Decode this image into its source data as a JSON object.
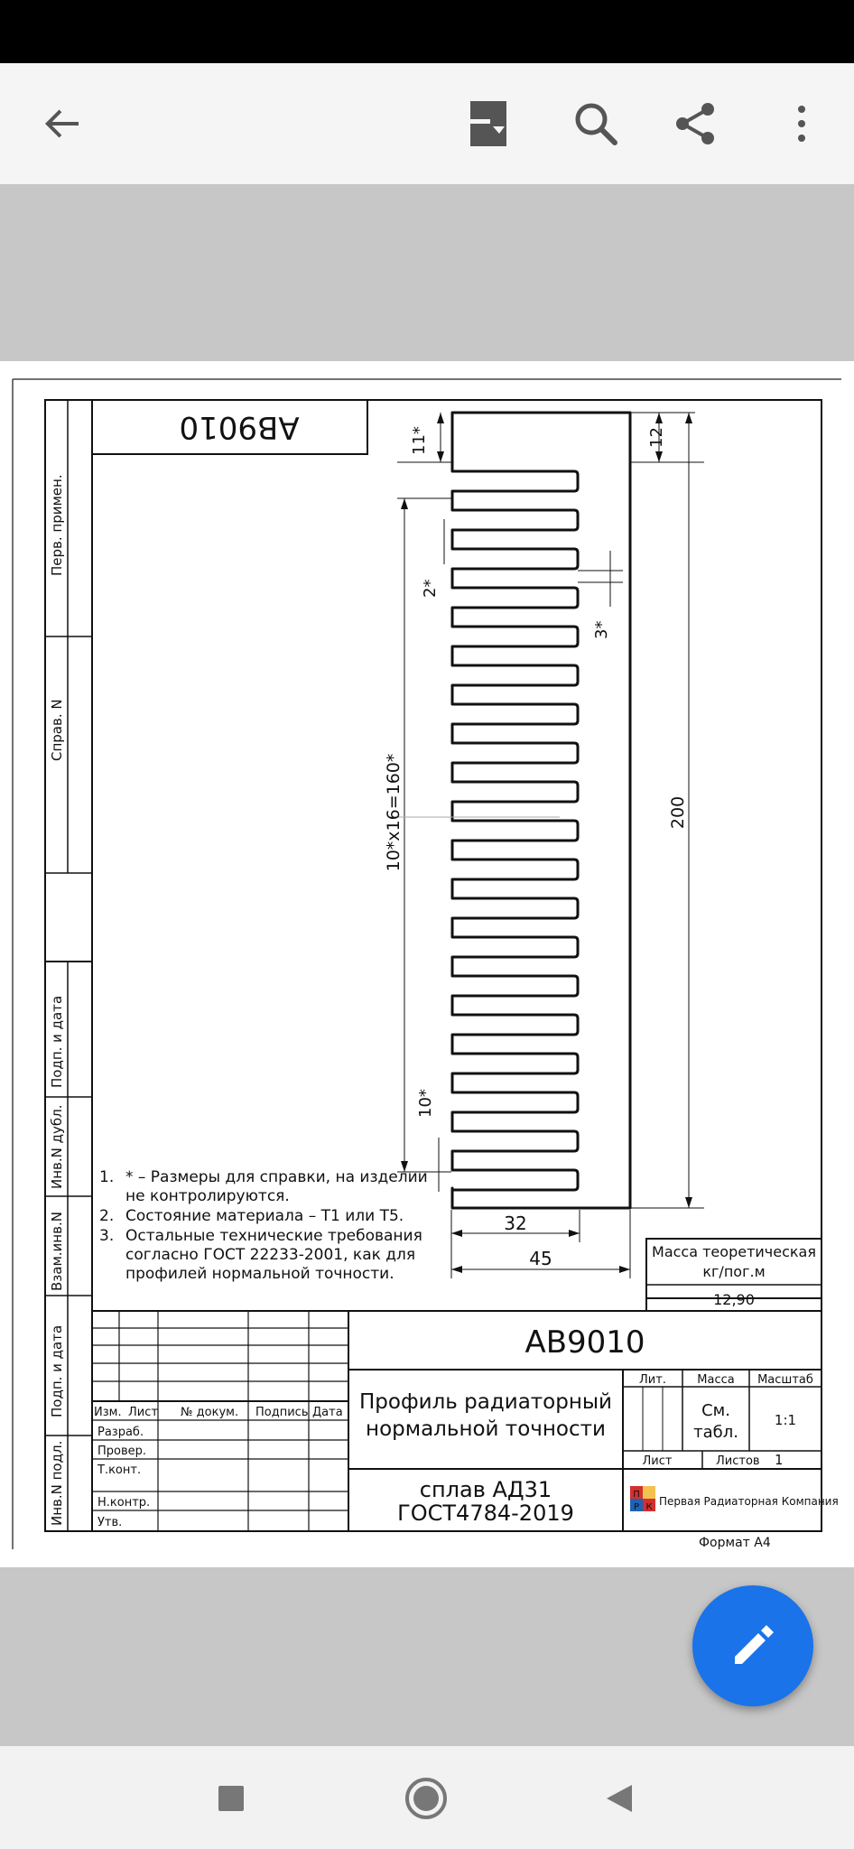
{
  "toolbar": {
    "back_icon": "arrow-left-icon",
    "layout_icon": "page-layout-icon",
    "search_icon": "search-icon",
    "share_icon": "share-icon",
    "more_icon": "more-vert-icon"
  },
  "fab": {
    "icon": "pencil-icon",
    "color": "#1a73e8"
  },
  "navbar": {
    "recents_icon": "square-icon",
    "home_icon": "circle-icon",
    "back_icon": "triangle-back-icon"
  },
  "drawing": {
    "code_rotated": "АВ9010",
    "code": "АВ9010",
    "side_labels": {
      "perv": "Перв. примен.",
      "sprav": "Справ. N",
      "podp1": "Подп. и дата",
      "inv_dubl": "Инв.N дубл.",
      "vzam": "Взам.инв.N",
      "podp2": "Подп. и дата",
      "inv_podl": "Инв.N подл."
    },
    "dims": {
      "d11": "11*",
      "d12": "12",
      "d2": "2*",
      "d3": "3*",
      "fin": "10*x16=160*",
      "d200": "200",
      "d10": "10*",
      "d32": "32",
      "d45": "45"
    },
    "notes": [
      {
        "num": "1.",
        "line1": "* – Размеры для справки, на изделии",
        "line2": "не контролируются."
      },
      {
        "num": "2.",
        "line1": "Состояние материала – Т1 или Т5."
      },
      {
        "num": "3.",
        "line1": "Остальные технические требования",
        "line2": "согласно ГОСТ 22233-2001, как для",
        "line3": "профилей нормальной точности."
      }
    ],
    "mass_box": {
      "title1": "Масса теоретическая",
      "title2": "кг/пог.м",
      "value": "12,90"
    },
    "title_block": {
      "headers": {
        "izm": "Изм.",
        "list": "Лист",
        "doc": "№ докум.",
        "sign": "Подпись",
        "date": "Дата"
      },
      "roles": {
        "razrab": "Разраб.",
        "prover": "Провер.",
        "tkont": "Т.конт.",
        "nkont": "Н.контр.",
        "utv": "Утв."
      },
      "name1": "Профиль радиаторный",
      "name2": "нормальной точности",
      "lit": "Лит.",
      "massa": "Масса",
      "masshtab": "Масштаб",
      "massa_val1": "См.",
      "massa_val2": "табл.",
      "scale": "1:1",
      "list_lbl": "Лист",
      "listov_lbl": "Листов",
      "listov_val": "1",
      "material1": "сплав АД31",
      "material2": "ГОСТ4784-2019",
      "company": "Первая Радиаторная Компания",
      "logo_letters": {
        "a": "П",
        "b": "Р",
        "c": "К"
      }
    },
    "format": "Формат А4"
  }
}
